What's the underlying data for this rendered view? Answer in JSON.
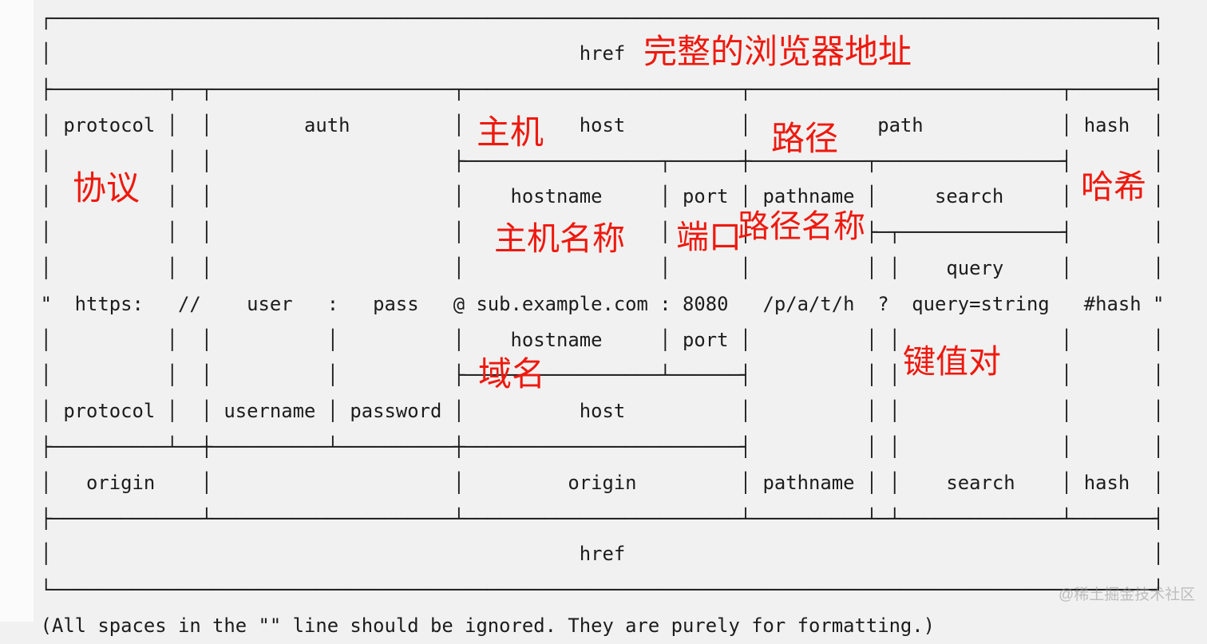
{
  "page": {
    "background_color": "#f1f1f1",
    "left_strip_color": "#fbfbfb"
  },
  "diagram": {
    "description_label": "node-js-url-structure-ascii-diagram",
    "text_color": "#1c1c1c",
    "ascii_art": "┌────────────────────────────────────────────────────────────────────────────────────────────────┐\n│                                              href                                              │\n├──────────┬──┬─────────────────────┬────────────────────────┬───────────────────────────┬───────┤\n│ protocol │  │        auth         │          host          │           path            │ hash  │\n│          │  │                     ├─────────────────┬──────┼──────────┬────────────────┤       │\n│          │  │                     │    hostname     │ port │ pathname │     search     │       │\n│          │  │                     │                 │      │          ├─┬──────────────┤       │\n│          │  │                     │                 │      │          │ │    query     │       │\n\"  https:   //    user   :   pass   @ sub.example.com : 8080   /p/a/t/h  ?  query=string   #hash \"\n│          │  │          │          │    hostname     │ port │          │ │              │       │\n│          │  │          │          ├─────────────────┴──────┤          │ │              │       │\n│ protocol │  │ username │ password │          host          │          │ │              │       │\n├──────────┴──┼──────────┴──────────┼────────────────────────┤          │ │              │       │\n│   origin    │                     │         origin         │ pathname │ │    search    │ hash  │\n├─────────────┴─────────────────────┴────────────────────────┴──────────┴─┴──────────────┴───────┤\n│                                              href                                              │\n└────────────────────────────────────────────────────────────────────────────────────────────────┘\n(All spaces in the \"\" line should be ignored. They are purely for formatting.)",
    "url_example": "https://user:pass@sub.example.com:8080/p/a/t/h?query=string#hash",
    "field_labels": [
      "href",
      "protocol",
      "auth",
      "host",
      "path",
      "hash",
      "hostname",
      "port",
      "pathname",
      "search",
      "query",
      "username",
      "password",
      "origin"
    ]
  },
  "annotations": {
    "color": "#ee190e",
    "items": [
      {
        "text": "完整的浏览器地址"
      },
      {
        "text": "主机"
      },
      {
        "text": "路径"
      },
      {
        "text": "协议"
      },
      {
        "text": "哈希"
      },
      {
        "text": "主机名称"
      },
      {
        "text": "端口"
      },
      {
        "text": "路径名称"
      },
      {
        "text": "域名"
      },
      {
        "text": "键值对"
      }
    ]
  },
  "watermark": {
    "text": "@稀土掘金技术社区",
    "color": "rgba(145,145,145,0.55)"
  }
}
